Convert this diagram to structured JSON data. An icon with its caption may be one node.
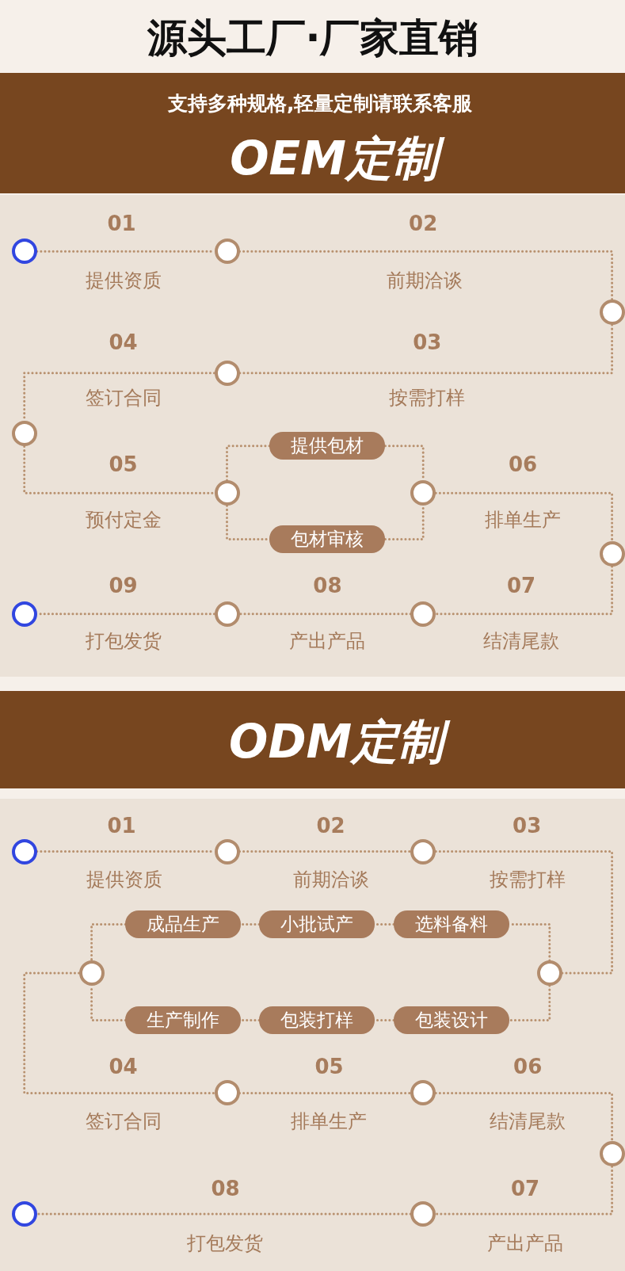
{
  "diagram": {
    "title": "源头工厂·厂家直销",
    "nodes": [
      {
        "text": [],
        "shape": "circle"
      },
      {
        "text": [],
        "shape": "circle"
      },
      {
        "text": [],
        "shape": "circle"
      },
      {
        "text": [],
        "shape": "circle"
      },
      {
        "text": [],
        "shape": "circle"
      },
      {
        "text": [],
        "shape": "circle"
      },
      {
        "text": [
          "提供包材"
        ]
      },
      {
        "text": [
          "包材审核"
        ]
      },
      {
        "text": [],
        "shape": "circle"
      },
      {
        "text": [],
        "shape": "circle"
      },
      {
        "text": [],
        "shape": "circle"
      },
      {
        "text": [],
        "shape": "circle"
      },
      {
        "text": [],
        "shape": "circle"
      },
      {
        "text": [],
        "shape": "circle"
      },
      {
        "text": [],
        "shape": "circle"
      },
      {
        "text": [],
        "shape": "circle"
      },
      {
        "text": [],
        "shape": "circle"
      },
      {
        "text": [
          "成品生产"
        ]
      },
      {
        "text": [
          "小批试产"
        ]
      },
      {
        "text": [
          "选料备料"
        ]
      },
      {
        "text": [
          "生产制作"
        ]
      },
      {
        "text": [
          "包装打样"
        ]
      },
      {
        "text": [
          "包装设计"
        ]
      },
      {
        "text": [],
        "shape": "circle"
      },
      {
        "text": [],
        "shape": "circle"
      },
      {
        "text": [],
        "shape": "circle"
      },
      {
        "text": [],
        "shape": "circle"
      },
      {
        "text": [],
        "shape": "circle"
      },
      {
        "text": [],
        "shape": "circle"
      }
    ],
    "edges": [
      {
        "from": 0,
        "to": 1,
        "arrow": "none"
      },
      {
        "from": 1,
        "to": 2,
        "arrow": "none"
      },
      {
        "from": 2,
        "to": 3,
        "arrow": "none"
      },
      {
        "from": 3,
        "to": 4,
        "arrow": "none"
      },
      {
        "from": 4,
        "to": 5,
        "arrow": "none"
      },
      {
        "from": 5,
        "to": 6,
        "arrow": "none"
      },
      {
        "from": 5,
        "to": 7,
        "arrow": "none"
      },
      {
        "from": 6,
        "to": 8,
        "arrow": "none"
      },
      {
        "from": 7,
        "to": 8,
        "arrow": "none"
      },
      {
        "from": 8,
        "to": 9,
        "arrow": "none"
      },
      {
        "from": 9,
        "to": 10,
        "arrow": "none"
      },
      {
        "from": 10,
        "to": 11,
        "arrow": "none"
      },
      {
        "from": 11,
        "to": 12,
        "arrow": "none"
      },
      {
        "from": 13,
        "to": 14,
        "arrow": "none"
      },
      {
        "from": 14,
        "to": 15,
        "arrow": "none"
      },
      {
        "from": 15,
        "to": 16,
        "arrow": "none"
      },
      {
        "from": 16,
        "to": 19,
        "arrow": "none"
      },
      {
        "from": 19,
        "to": 18,
        "arrow": "none"
      },
      {
        "from": 18,
        "to": 17,
        "arrow": "none"
      },
      {
        "from": 17,
        "to": 23,
        "arrow": "none"
      },
      {
        "from": 16,
        "to": 22,
        "arrow": "none"
      },
      {
        "from": 22,
        "to": 21,
        "arrow": "none"
      },
      {
        "from": 21,
        "to": 20,
        "arrow": "none"
      },
      {
        "from": 20,
        "to": 23,
        "arrow": "none"
      },
      {
        "from": 23,
        "to": 24,
        "arrow": "none"
      },
      {
        "from": 24,
        "to": 25,
        "arrow": "none"
      },
      {
        "from": 25,
        "to": 26,
        "arrow": "none"
      },
      {
        "from": 26,
        "to": 27,
        "arrow": "none"
      },
      {
        "from": 27,
        "to": 28,
        "arrow": "none"
      }
    ],
    "labels": [
      "支持多种规格,轻量定制请联系客服",
      "OEM定制",
      "01",
      "02",
      "提供资质",
      "前期洽谈",
      "04",
      "03",
      "签订合同",
      "按需打样",
      "05",
      "06",
      "预付定金",
      "排单生产",
      "09",
      "08",
      "07",
      "打包发货",
      "产出产品",
      "结清尾款",
      "ODM定制",
      "01",
      "02",
      "03",
      "提供资质",
      "前期洽谈",
      "按需打样",
      "04",
      "05",
      "06",
      "签订合同",
      "排单生产",
      "结清尾款",
      "08",
      "07",
      "打包发货",
      "产出产品"
    ]
  }
}
